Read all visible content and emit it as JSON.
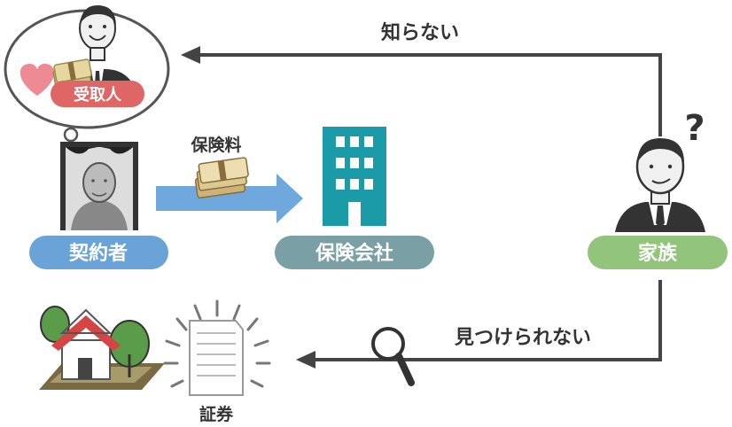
{
  "labels": {
    "beneficiary": "受取人",
    "premium": "保険料",
    "policyholder": "契約者",
    "insurance_company": "保険会社",
    "family": "家族",
    "unknown": "知らない",
    "cannot_find": "見つけられない",
    "certificate": "証券",
    "question_mark": "?"
  },
  "colors": {
    "policyholder_pill": "#6aa3d8",
    "insurer_pill": "#7a9fa5",
    "family_pill": "#92c47c",
    "beneficiary_pill": "#e06666",
    "building": "#1b9aa8",
    "arrow": "#444444",
    "blue_arrow": "#6fa8dc"
  }
}
